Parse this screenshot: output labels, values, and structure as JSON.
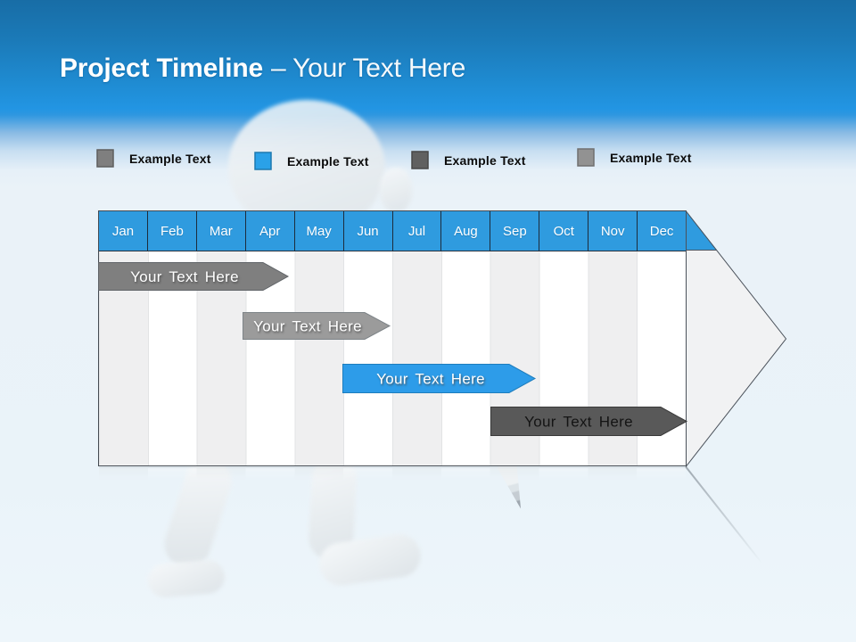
{
  "header": {
    "title_main": "Project Timeline",
    "title_suffix": "– Your Text Here"
  },
  "legend": {
    "items": [
      {
        "label": "Example Text",
        "color": "#7f7f7f"
      },
      {
        "label": "Example Text",
        "color": "#2aa1e8"
      },
      {
        "label": "Example Text",
        "color": "#606060"
      },
      {
        "label": "Example Text",
        "color": "#929292"
      }
    ]
  },
  "chart_data": {
    "type": "bar",
    "variant": "gantt-timeline-arrow",
    "title": "Project Timeline – Your Text Here",
    "axis_position": "top",
    "grid": "alternating-column-stripes",
    "categories": [
      "Jan",
      "Feb",
      "Mar",
      "Apr",
      "May",
      "Jun",
      "Jul",
      "Aug",
      "Sep",
      "Oct",
      "Nov",
      "Dec"
    ],
    "series": [
      {
        "row": 1,
        "label": "Your Text Here",
        "start": "Jan",
        "end": "Apr",
        "color": "#7f7f7f",
        "text_color": "#ffffff"
      },
      {
        "row": 2,
        "label": "Your Text Here",
        "start": "Apr",
        "end": "Jun",
        "color": "#9b9b9b",
        "text_color": "#ffffff"
      },
      {
        "row": 3,
        "label": "Your Text Here",
        "start": "Jun",
        "end": "Sep",
        "color": "#2d9ce9",
        "text_color": "#ffffff"
      },
      {
        "row": 4,
        "label": "Your Text Here",
        "start": "Sep",
        "end": "Dec",
        "color": "#595959",
        "text_color": "#141414"
      }
    ],
    "colors": {
      "month_header": "#2f9bdf",
      "arrowhead_fill": "#f1f2f3",
      "column_stripe": "#efeff0",
      "banner_blue_top": "#186da6",
      "banner_blue_bottom": "#2295e3",
      "body_background": "#eaf2f8"
    }
  }
}
